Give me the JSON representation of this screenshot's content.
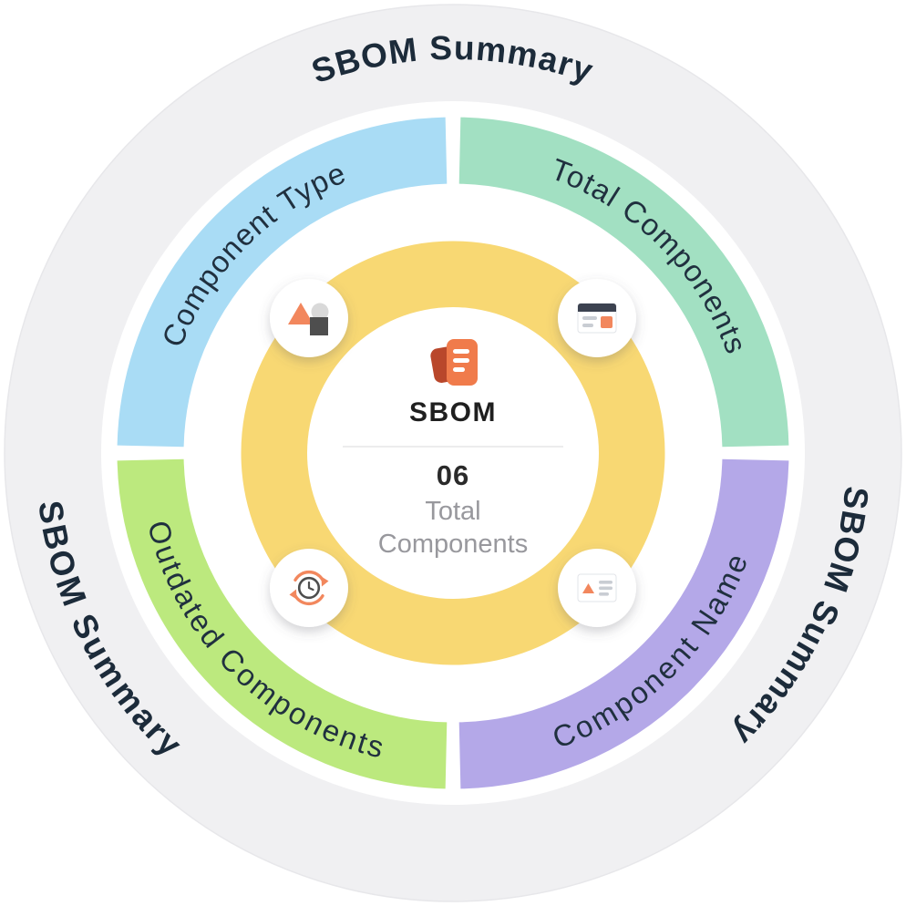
{
  "diagram": {
    "ring_labels": {
      "top": "SBOM Summary",
      "right": "SBOM Summary",
      "bottom_left": "SBOM Summary"
    },
    "segments": [
      {
        "id": "component-type",
        "label": "Component Type",
        "color": "#a9dcf5"
      },
      {
        "id": "total-components",
        "label": "Total Components",
        "color": "#a2e0c2"
      },
      {
        "id": "component-name",
        "label": "Component Name",
        "color": "#b4a8e8"
      },
      {
        "id": "outdated-components",
        "label": "Outdated Components",
        "color": "#bce97e"
      }
    ],
    "center": {
      "product_label": "SBOM",
      "count_value": "06",
      "count_caption_line1": "Total",
      "count_caption_line2": "Components"
    },
    "colors": {
      "outer_ring": "#f0f0f2",
      "backdrop": "#ffffff",
      "inner_ring": "#f8d873",
      "label_dark": "#1c2b3a",
      "caption_gray": "#98989d",
      "accent_orange": "#f2875d"
    },
    "icons": {
      "top_left": "shapes-icon",
      "top_right": "browser-card-icon",
      "bottom_left": "refresh-clock-icon",
      "bottom_right": "document-list-icon",
      "center": "sbom-document-icon"
    }
  }
}
